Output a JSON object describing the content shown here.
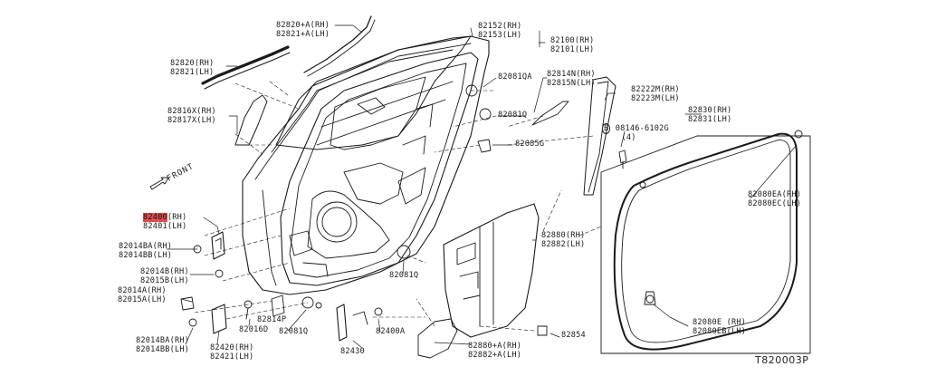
{
  "diagram_ref": "T820003P",
  "front_label": "FRONT",
  "labels": {
    "p82820A": [
      "82820+A(RH)",
      "82821+A(LH)"
    ],
    "p82820": [
      "82820(RH)",
      "82821(LH)"
    ],
    "p82816X": [
      "82816X(RH)",
      "82817X(LH)"
    ],
    "p82152": [
      "82152(RH)",
      "82153(LH)"
    ],
    "p82100": [
      "82100(RH)",
      "82101(LH)"
    ],
    "p82081QA": [
      "82081QA"
    ],
    "p82814N": [
      "82814N(RH)",
      "82815N(LH)"
    ],
    "p82081Q_top": [
      "82081Q"
    ],
    "p82085G": [
      "82085G"
    ],
    "p82222M": [
      "82222M(RH)",
      "82223M(LH)"
    ],
    "p82830": [
      "82830(RH)",
      "82831(LH)"
    ],
    "p08146": [
      "08146-6102G",
      "(4)"
    ],
    "p82080EA": [
      "82080EA(RH)",
      "82080EC(LH)"
    ],
    "p82400": [
      "82400",
      "(RH)",
      "82401(LH)"
    ],
    "p82014BA_top": [
      "82014BA(RH)",
      "82014BB(LH)"
    ],
    "p82014B": [
      "82014B(RH)",
      "82015B(LH)"
    ],
    "p82014A": [
      "82014A(RH)",
      "82015A(LH)"
    ],
    "p82014BA_bot": [
      "82014BA(RH)",
      "82014BB(LH)"
    ],
    "p82420": [
      "82420(RH)",
      "82421(LH)"
    ],
    "p82016D": [
      "82016D"
    ],
    "p82814P": [
      "82814P"
    ],
    "p82081Q_mid": [
      "82081Q"
    ],
    "p82081Q_low": [
      "82081Q"
    ],
    "p82430": [
      "82430"
    ],
    "p82400A": [
      "82400A"
    ],
    "p82880": [
      "82880(RH)",
      "82882(LH)"
    ],
    "p82880A": [
      "82880+A(RH)",
      "82882+A(LH)"
    ],
    "p82854": [
      "82854"
    ],
    "p82080E": [
      "82080E (RH)",
      "82080EB(LH)"
    ]
  },
  "highlight_color": "#e24c4c"
}
